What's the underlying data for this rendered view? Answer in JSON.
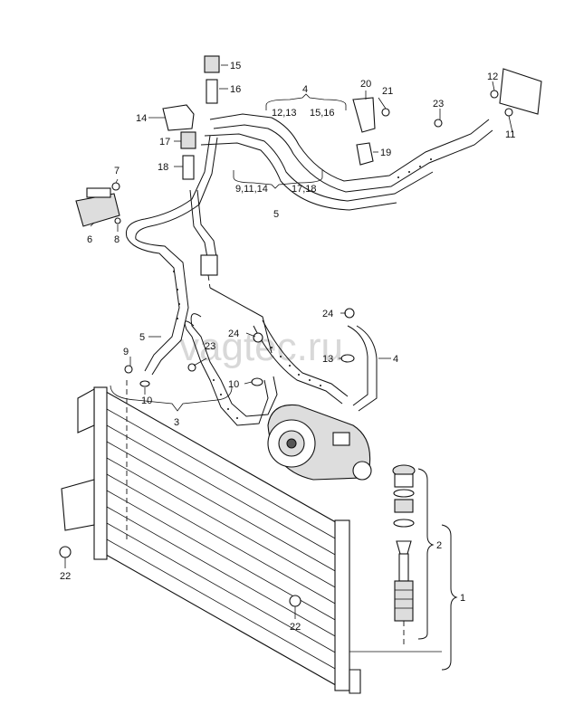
{
  "watermark": "vagtec.ru",
  "callouts": {
    "c1": "1",
    "c2": "2",
    "c3": "3",
    "c4_top": "4",
    "c4_right": "4",
    "c5_bracket": "5",
    "c5_left": "5",
    "c6": "6",
    "c7": "7",
    "c8": "8",
    "c9": "9",
    "c10_left": "10",
    "c10_mid": "10",
    "c11": "11",
    "c12": "12",
    "c13": "13",
    "c14": "14",
    "c15": "15",
    "c16": "16",
    "c17": "17",
    "c18": "18",
    "c19": "19",
    "c20": "20",
    "c21": "21",
    "c22_left": "22",
    "c22_bottom": "22",
    "c23_top": "23",
    "c23_mid": "23",
    "c24_mid": "24",
    "c24_right": "24",
    "g_12_13": "12,13",
    "g_15_16": "15,16",
    "g_9_11_14": "9,11,14",
    "g_17_18": "17,18"
  }
}
